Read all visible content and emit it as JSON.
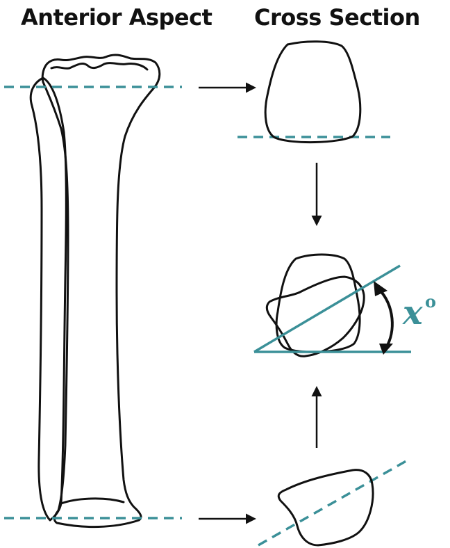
{
  "titles": {
    "left": "Anterior Aspect",
    "right": "Cross Section"
  },
  "angle_label": {
    "variable": "x",
    "degree": "o"
  },
  "colors": {
    "accent": "#3b9098",
    "outline": "#111111",
    "background": "#ffffff"
  }
}
